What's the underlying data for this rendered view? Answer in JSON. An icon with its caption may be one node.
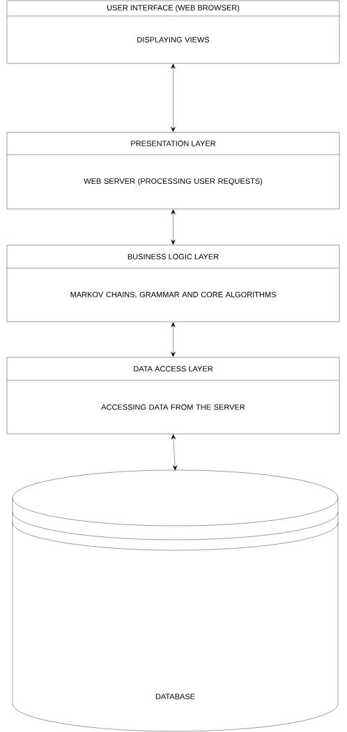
{
  "diagram": {
    "nodes": [
      {
        "text": [
          "USER INTERFACE (WEB BROWSER)",
          "DISPLAYING VIEWS"
        ]
      },
      {
        "text": [
          "PRESENTATION LAYER",
          "WEB SERVER (PROCESSING USER REQUESTS)"
        ]
      },
      {
        "text": [
          "BUSINESS LOGIC LAYER",
          "MARKOV CHAINS, GRAMMAR AND CORE ALGORITHMS"
        ]
      },
      {
        "text": [
          "DATA ACCESS LAYER",
          "ACCESSING DATA FROM THE SERVER"
        ]
      },
      {
        "text": [
          "DATABASE"
        ]
      }
    ],
    "edges": [
      {
        "from": 0,
        "to": 1,
        "arrow": "both"
      },
      {
        "from": 1,
        "to": 2,
        "arrow": "both"
      },
      {
        "from": 2,
        "to": 3,
        "arrow": "both"
      },
      {
        "from": 3,
        "to": 4,
        "arrow": "both"
      }
    ]
  }
}
